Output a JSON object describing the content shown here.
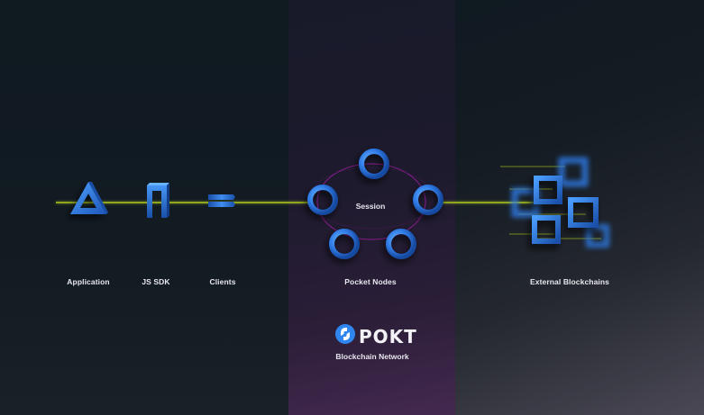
{
  "diagram": {
    "type": "architecture-flow",
    "colors": {
      "background_dark": "#111a22",
      "center_panel_top": "#181a2a",
      "center_panel_bottom": "#44294f",
      "icon_blue": "#2f7ae5",
      "icon_blue_light": "#4ea2ff",
      "icon_blue_dark": "#1a4fa8",
      "connector_line": "#8fa61e",
      "session_ellipse": "#8a1d8e",
      "label_text": "#e8e8ee"
    },
    "stages": [
      {
        "id": "application",
        "label": "Application",
        "icon": "triangle-icon"
      },
      {
        "id": "js-sdk",
        "label": "JS SDK",
        "icon": "arch-icon"
      },
      {
        "id": "clients",
        "label": "Clients",
        "icon": "stacked-bars-icon"
      },
      {
        "id": "pocket-nodes",
        "label": "Pocket Nodes",
        "icon": "node-ring-icon",
        "node_count": 5,
        "group_label": "Session"
      },
      {
        "id": "external-blockchains",
        "label": "External Blockchains",
        "icon": "cube-cluster-icon"
      }
    ],
    "edges": [
      {
        "from": "application",
        "to": "js-sdk"
      },
      {
        "from": "js-sdk",
        "to": "clients"
      },
      {
        "from": "clients",
        "to": "pocket-nodes"
      },
      {
        "from": "pocket-nodes",
        "to": "external-blockchains"
      }
    ],
    "brand": {
      "logo_text": "POKT",
      "subtitle": "Blockchain Network"
    }
  }
}
